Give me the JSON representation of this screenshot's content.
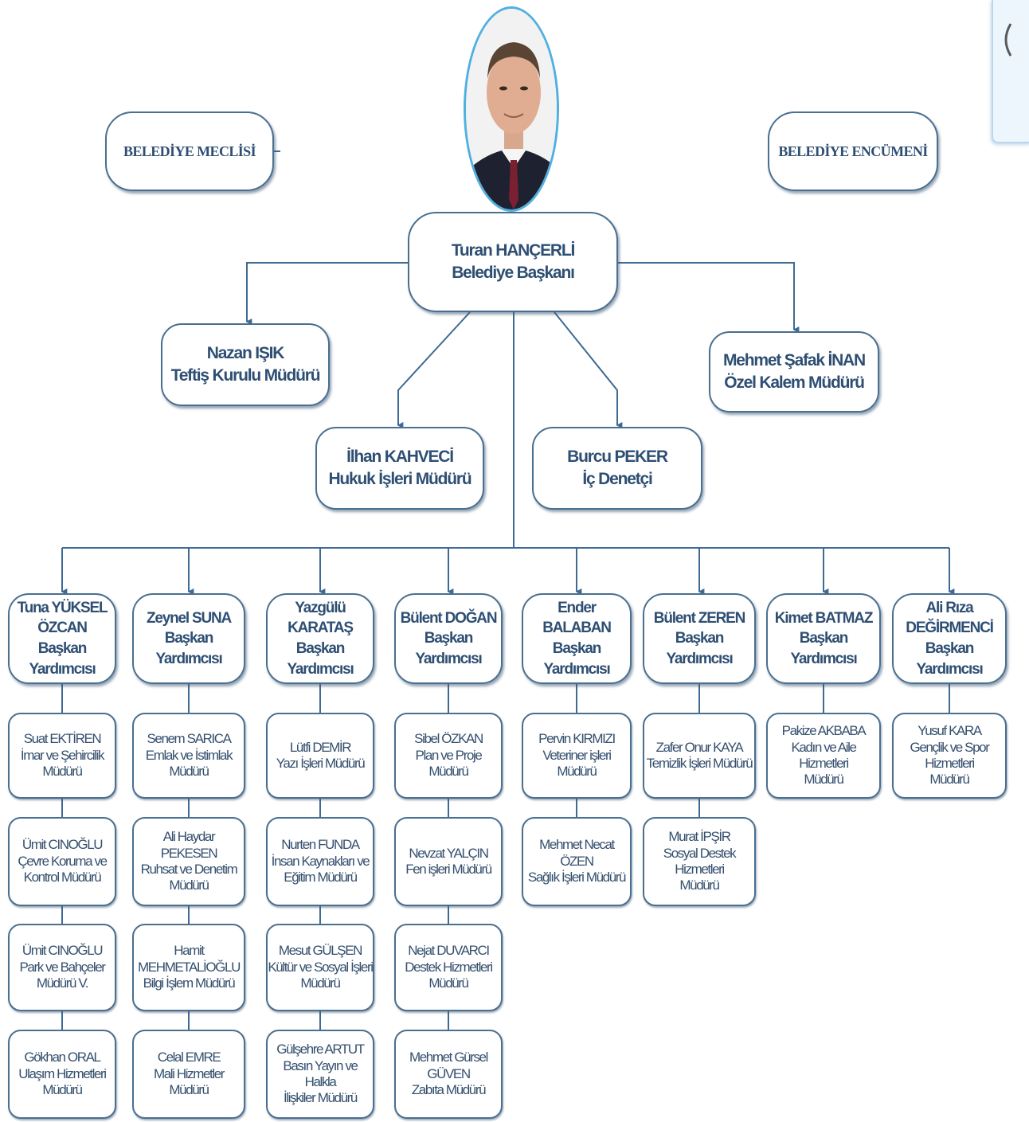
{
  "mayor": {
    "name": "Turan HANÇERLİ",
    "title": "Belediye Başkanı"
  },
  "council_left": "BELEDİYE MECLİSİ",
  "council_right": "BELEDİYE ENCÜMENİ",
  "staff": [
    {
      "name": "Nazan IŞIK",
      "title": "Teftiş Kurulu Müdürü"
    },
    {
      "name": "Mehmet Şafak İNAN",
      "title": "Özel Kalem Müdürü"
    },
    {
      "name": "İlhan KAHVECİ",
      "title": "Hukuk İşleri Müdürü"
    },
    {
      "name": "Burcu PEKER",
      "title": "İç Denetçi"
    }
  ],
  "deputies": [
    {
      "name": "Tuna YÜKSEL ÖZCAN",
      "title": "Başkan Yardımcısı",
      "units": [
        [
          "Suat EKTİREN",
          "İmar ve Şehircilik",
          "Müdürü"
        ],
        [
          "Ümit CINOĞLU",
          "Çevre Koruma ve",
          "Kontrol Müdürü"
        ],
        [
          "Ümit CINOĞLU",
          "Park ve Bahçeler",
          "Müdürü V."
        ],
        [
          "Gökhan ORAL",
          "Ulaşım Hizmetleri",
          "Müdürü"
        ]
      ]
    },
    {
      "name": "Zeynel SUNA",
      "title": "Başkan Yardımcısı",
      "units": [
        [
          "Senem SARICA",
          "Emlak ve İstimlak",
          "Müdürü"
        ],
        [
          "Ali Haydar PEKESEN",
          "Ruhsat ve Denetim",
          "Müdürü"
        ],
        [
          "Hamit MEHMETALİOĞLU",
          "Bilgi İşlem Müdürü"
        ],
        [
          "Celal EMRE",
          "Mali Hizmetler Müdürü"
        ]
      ]
    },
    {
      "name": "Yazgülü KARATAŞ",
      "title": "Başkan Yardımcısı",
      "units": [
        [
          "Lütfi DEMİR",
          "Yazı İşleri Müdürü"
        ],
        [
          "Nurten FUNDA",
          "İnsan Kaynakları ve",
          "Eğitim Müdürü"
        ],
        [
          "Mesut GÜLŞEN",
          "Kültür ve Sosyal İşleri",
          "Müdürü"
        ],
        [
          "Gülşehre ARTUT",
          "Basın Yayın ve Halkla",
          "İlişkiler Müdürü"
        ]
      ]
    },
    {
      "name": "Bülent DOĞAN",
      "title": "Başkan Yardımcısı",
      "units": [
        [
          "Sibel ÖZKAN",
          "Plan ve Proje Müdürü"
        ],
        [
          "Nevzat YALÇIN",
          "Fen işleri Müdürü"
        ],
        [
          "Nejat DUVARCI",
          "Destek Hizmetleri",
          "Müdürü"
        ],
        [
          "Mehmet Gürsel GÜVEN",
          "Zabıta Müdürü"
        ]
      ]
    },
    {
      "name": "Ender BALABAN",
      "title": "Başkan Yardımcısı",
      "units": [
        [
          "Pervin KIRMIZI",
          "Veteriner işleri Müdürü"
        ],
        [
          "Mehmet Necat ÖZEN",
          "Sağlık İşleri Müdürü"
        ]
      ]
    },
    {
      "name": "Bülent ZEREN",
      "title": "Başkan Yardımcısı",
      "units": [
        [
          "Zafer Onur KAYA",
          "Temizlik İşleri Müdürü"
        ],
        [
          "Murat İPŞİR",
          "Sosyal Destek Hizmetleri",
          "Müdürü"
        ]
      ]
    },
    {
      "name": "Kimet BATMAZ",
      "title": "Başkan Yardımcısı",
      "units": [
        [
          "Pakize AKBABA",
          "Kadın ve Aile Hizmetleri",
          "Müdürü"
        ]
      ]
    },
    {
      "name": "Ali Rıza DEĞİRMENCİ",
      "title": "Başkan Yardımcısı",
      "units": [
        [
          "Yusuf KARA",
          "Gençlik ve Spor Hizmetleri",
          "Müdürü"
        ]
      ]
    }
  ],
  "colors": {
    "line": "#3f6a93",
    "text": "#2e4f73",
    "border": "#4a6f8f",
    "photo_ring": "#4fb0e0"
  }
}
